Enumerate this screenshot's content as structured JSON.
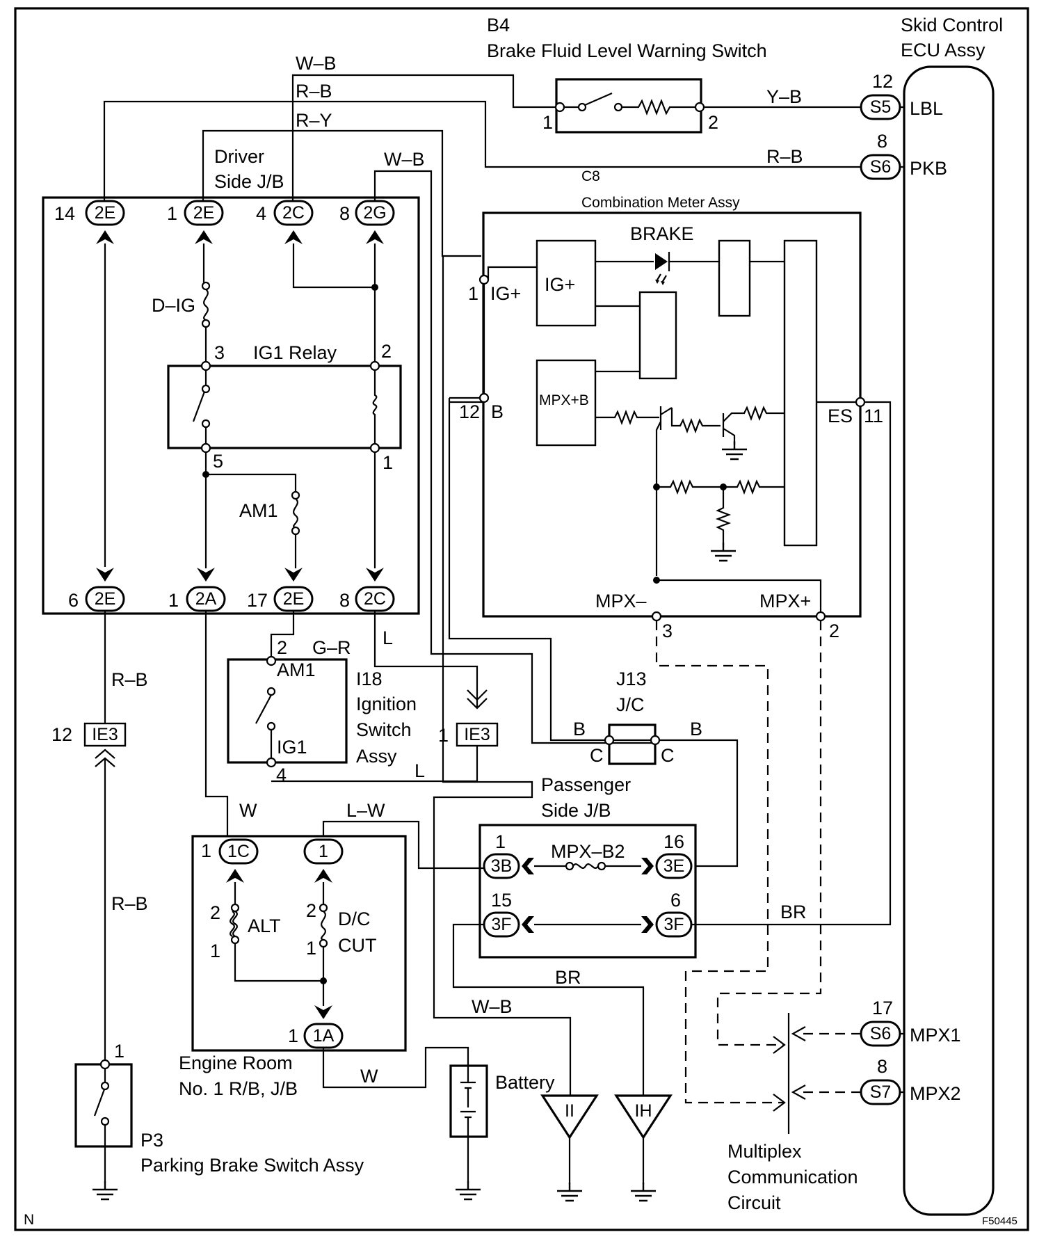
{
  "components": {
    "b4": {
      "code": "B4",
      "name": "Brake Fluid Level Warning Switch",
      "pin_left": "1",
      "pin_right": "2"
    },
    "ecu": {
      "name_line1": "Skid Control",
      "name_line2": "ECU Assy"
    },
    "driver_jb": {
      "name_line1": "Driver",
      "name_line2": "Side J/B"
    },
    "meter": {
      "code": "C8",
      "name": "Combination Meter Assy",
      "brake_label": "BRAKE",
      "ig_block": "IG+",
      "mpx_block": "MPX+B"
    },
    "relay": {
      "name": "IG1 Relay"
    },
    "ignition": {
      "code": "I18",
      "name_line1": "Ignition",
      "name_line2": "Switch",
      "name_line3": "Assy",
      "am1": "AM1",
      "ig1": "IG1"
    },
    "j13": {
      "code": "J13",
      "name": "J/C",
      "left": "C",
      "right": "C"
    },
    "passenger_jb": {
      "name_line1": "Passenger",
      "name_line2": "Side J/B",
      "fuse": "MPX–B2"
    },
    "engine_room": {
      "name_line1": "Engine Room",
      "name_line2": "No. 1 R/B, J/B",
      "alt": "ALT",
      "dc_line1": "D/C",
      "dc_line2": "CUT"
    },
    "battery": {
      "name": "Battery"
    },
    "parking": {
      "code": "P3",
      "name": "Parking Brake Switch Assy"
    },
    "multiplex": {
      "line1": "Multiplex",
      "line2": "Communication",
      "line3": "Circuit"
    },
    "fuses": {
      "d_ig": "D–IG",
      "am1": "AM1"
    },
    "grounds": {
      "ii": "II",
      "ih": "IH"
    }
  },
  "connectors": {
    "c_2e_14": {
      "id": "2E",
      "pin": "14"
    },
    "c_2e_1": {
      "id": "2E",
      "pin": "1"
    },
    "c_2c_4": {
      "id": "2C",
      "pin": "4"
    },
    "c_2g_8": {
      "id": "2G",
      "pin": "8"
    },
    "c_2e_6": {
      "id": "2E",
      "pin": "6"
    },
    "c_2a_1": {
      "id": "2A",
      "pin": "1"
    },
    "c_2e_17": {
      "id": "2E",
      "pin": "17"
    },
    "c_2c_8": {
      "id": "2C",
      "pin": "8"
    },
    "c_ie3_12": {
      "id": "IE3",
      "pin": "12"
    },
    "c_ie3_1": {
      "id": "IE3",
      "pin": "1"
    },
    "c_1c_1": {
      "id": "1C",
      "pin": "1"
    },
    "c_1": {
      "id": "1",
      "pin": ""
    },
    "c_1a_1": {
      "id": "1A",
      "pin": "1"
    },
    "c_3b_1": {
      "id": "3B",
      "pin": "1"
    },
    "c_3e_16": {
      "id": "3E",
      "pin": "16"
    },
    "c_3f_15": {
      "id": "3F",
      "pin": "15"
    },
    "c_3f_6": {
      "id": "3F",
      "pin": "6"
    },
    "c_s5": {
      "id": "S5",
      "pin": "12",
      "signal": "LBL"
    },
    "c_s6a": {
      "id": "S6",
      "pin": "8",
      "signal": "PKB"
    },
    "c_s6b": {
      "id": "S6",
      "pin": "17",
      "signal": "MPX1"
    },
    "c_s7": {
      "id": "S7",
      "pin": "8",
      "signal": "MPX2"
    }
  },
  "wires": {
    "w_b_top": "W–B",
    "r_b_top": "R–B",
    "r_y": "R–Y",
    "w_b_jb": "W–B",
    "y_b": "Y–B",
    "r_b_pkb": "R–B",
    "g_r": "G–R",
    "l_top": "L",
    "l_bottom": "L",
    "r_b_left1": "R–B",
    "r_b_left2": "R–B",
    "w_engine": "W",
    "l_w": "L–W",
    "b_left": "B",
    "b_right": "B",
    "br_right": "BR",
    "br_mid": "BR",
    "w_b_bottom": "W–B",
    "w_battery": "W"
  },
  "pins": {
    "relay_3": "3",
    "relay_2": "2",
    "relay_5": "5",
    "relay_1": "1",
    "meter_ig_pin": "1",
    "meter_ig_label": "IG+",
    "meter_b_pin": "12",
    "meter_b_label": "B",
    "meter_es_label": "ES",
    "meter_es_pin": "11",
    "meter_mpx_minus": "MPX–",
    "meter_mpx_minus_pin": "3",
    "meter_mpx_plus": "MPX+",
    "meter_mpx_plus_pin": "2",
    "ign_am1_pin": "2",
    "ign_ig1_pin": "4",
    "alt_2": "2",
    "alt_1": "1",
    "dc_2": "2",
    "dc_1": "1",
    "parking_pin": "1"
  },
  "footer": {
    "left": "N",
    "right": "F50445"
  }
}
